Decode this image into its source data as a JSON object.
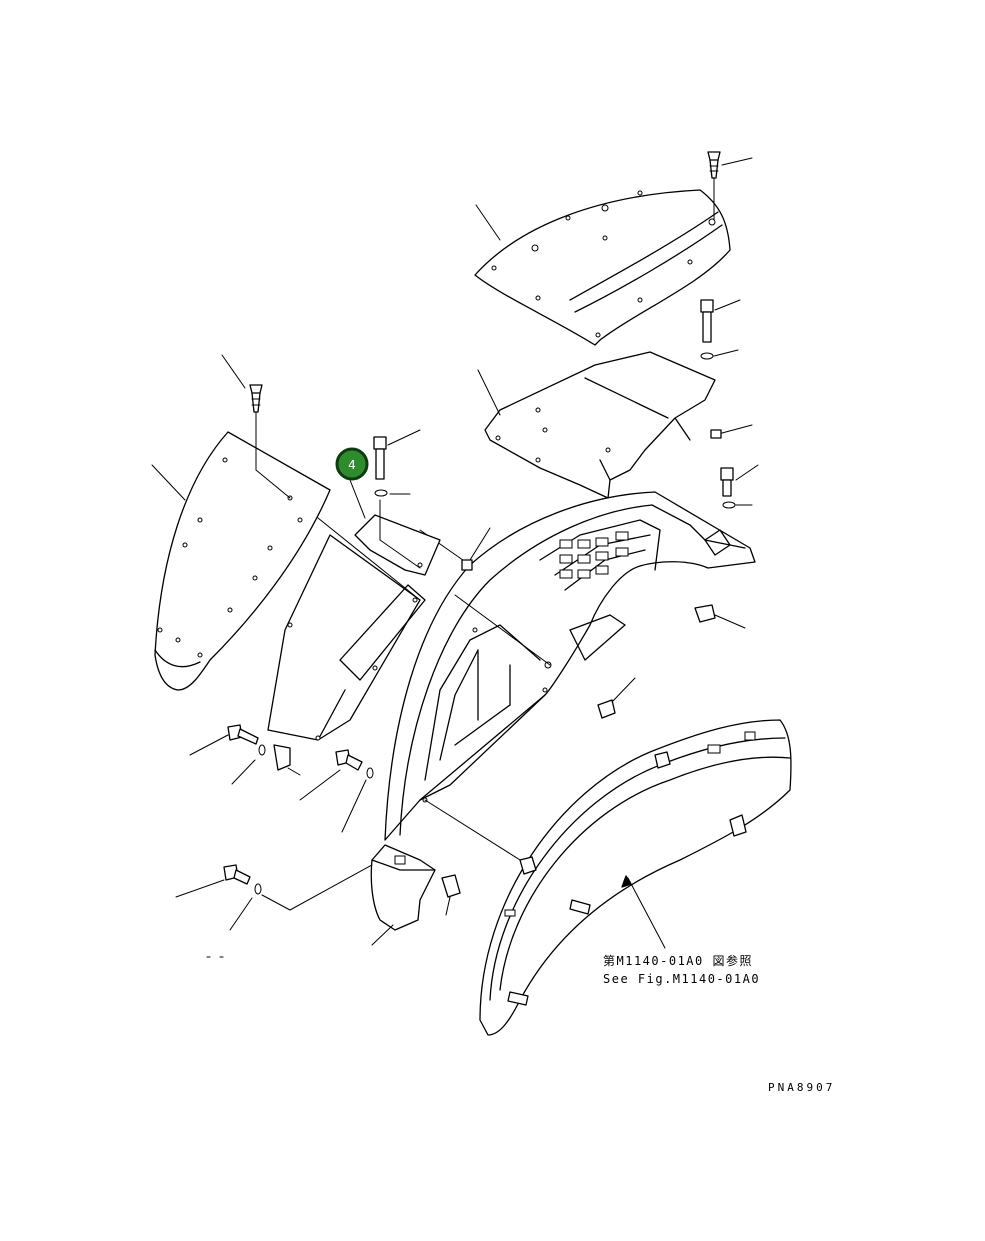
{
  "diagram": {
    "callout": {
      "number": "4"
    },
    "reference": {
      "japanese": "第M1140-01A0 図参照",
      "english": "See Fig.M1140-01A0"
    },
    "drawing_code": "PNA8907",
    "colors": {
      "callout_fill": "#2e8b2e",
      "line": "#000000"
    }
  }
}
